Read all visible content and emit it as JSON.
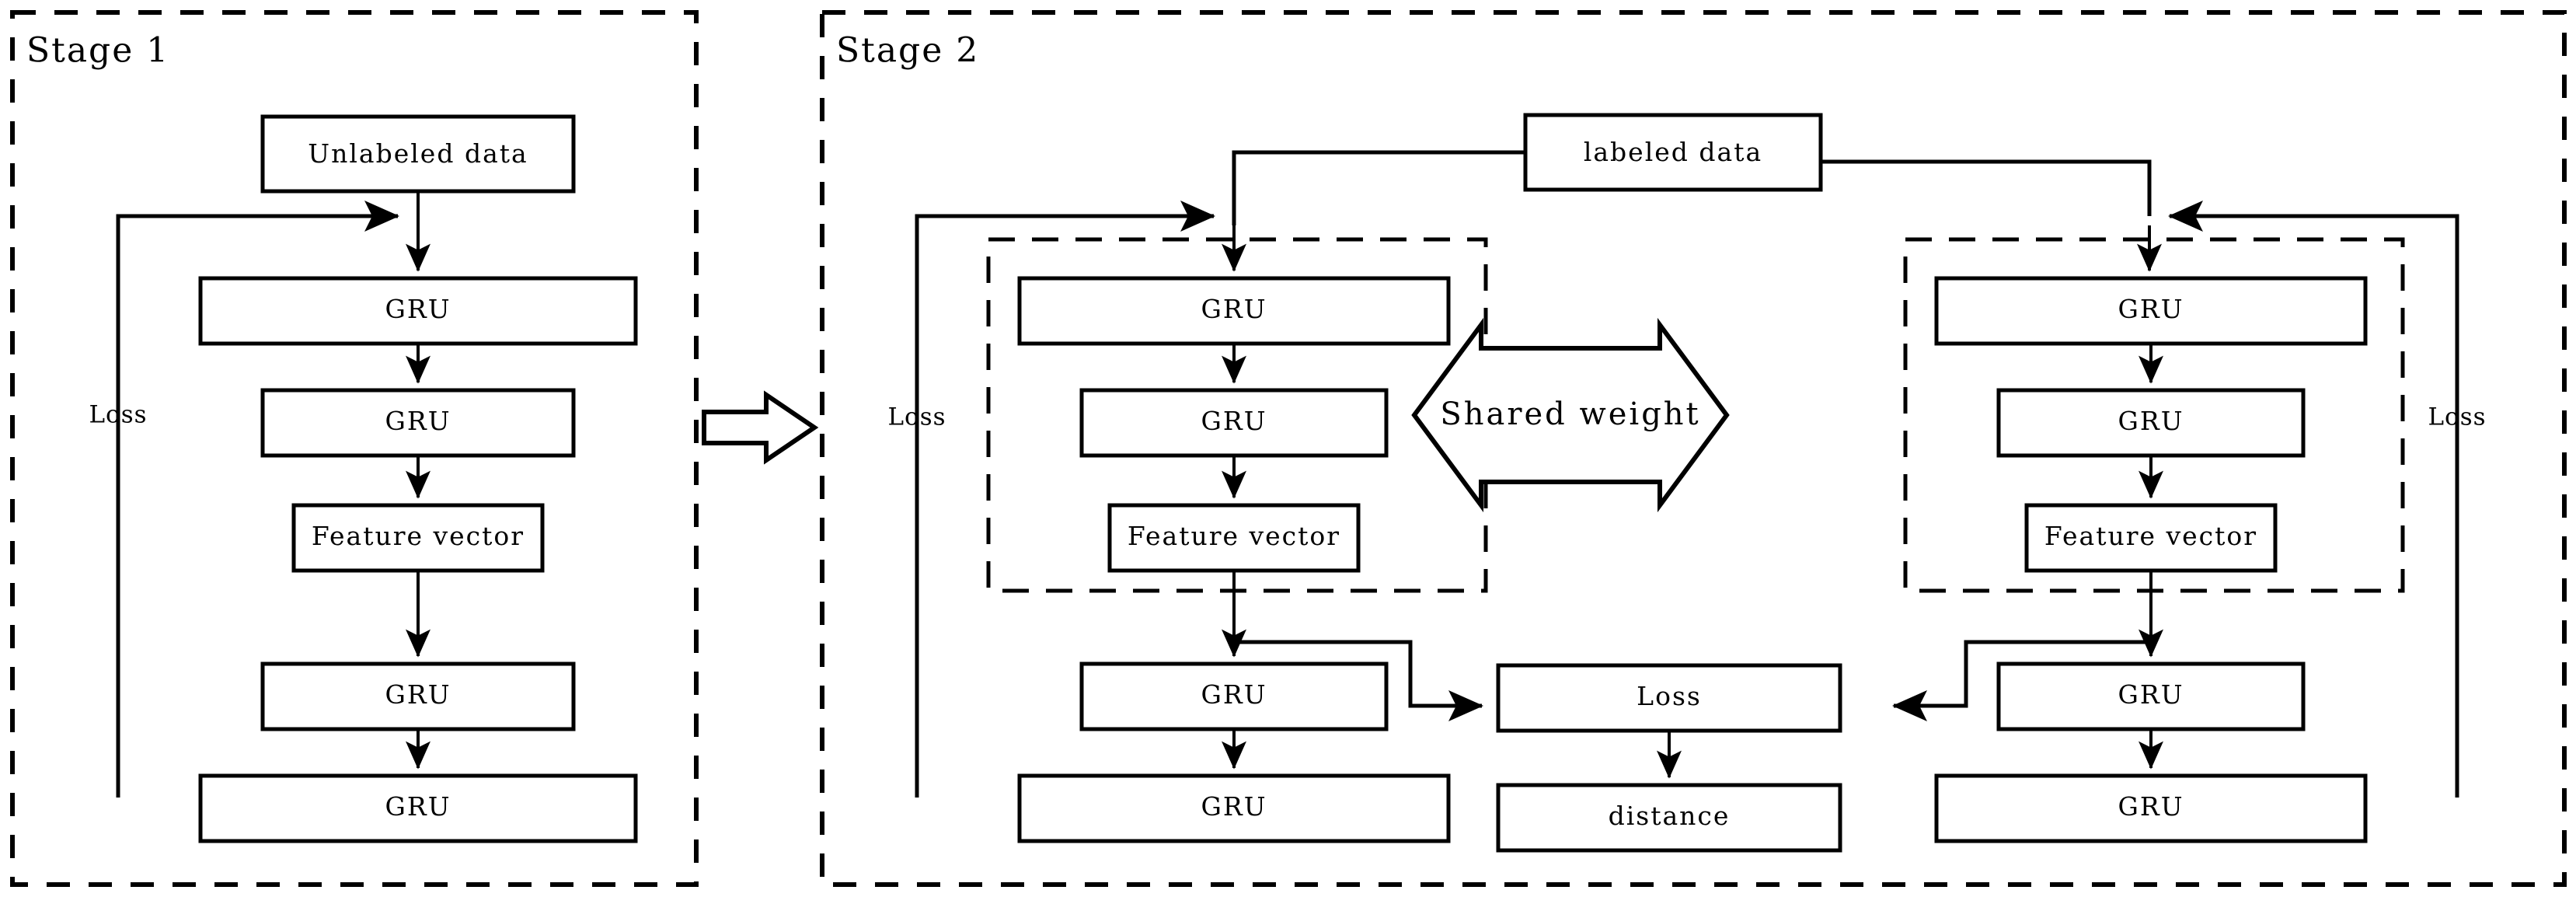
{
  "diagram": {
    "title": "Two-stage GRU autoencoder and siamese network training diagram",
    "stages": [
      {
        "id": "stage1",
        "label": "Stage 1",
        "loss_label": "Loss",
        "nodes": [
          {
            "id": "s1-input",
            "label": "Unlabeled data"
          },
          {
            "id": "s1-gru1",
            "label": "GRU"
          },
          {
            "id": "s1-gru2",
            "label": "GRU"
          },
          {
            "id": "s1-feature",
            "label": "Feature vector"
          },
          {
            "id": "s1-gru3",
            "label": "GRU"
          },
          {
            "id": "s1-gru4",
            "label": "GRU"
          }
        ]
      },
      {
        "id": "stage2",
        "label": "Stage 2",
        "loss_label_left": "Loss",
        "loss_label_right": "Loss",
        "shared_weight_label": "Shared weight",
        "input_label": "labeled data",
        "center_loss_label": "Loss",
        "center_distance_label": "distance",
        "left_branch": [
          {
            "id": "s2l-gru1",
            "label": "GRU"
          },
          {
            "id": "s2l-gru2",
            "label": "GRU"
          },
          {
            "id": "s2l-feature",
            "label": "Feature vector"
          },
          {
            "id": "s2l-gru3",
            "label": "GRU"
          },
          {
            "id": "s2l-gru4",
            "label": "GRU"
          }
        ],
        "right_branch": [
          {
            "id": "s2r-gru1",
            "label": "GRU"
          },
          {
            "id": "s2r-gru2",
            "label": "GRU"
          },
          {
            "id": "s2r-feature",
            "label": "Feature vector"
          },
          {
            "id": "s2r-gru3",
            "label": "GRU"
          },
          {
            "id": "s2r-gru4",
            "label": "GRU"
          }
        ]
      }
    ],
    "transition_arrow": "stage1-to-stage2-block-arrow",
    "colors": {
      "stroke": "#000000",
      "fill": "#ffffff",
      "background": "#ffffff"
    }
  }
}
